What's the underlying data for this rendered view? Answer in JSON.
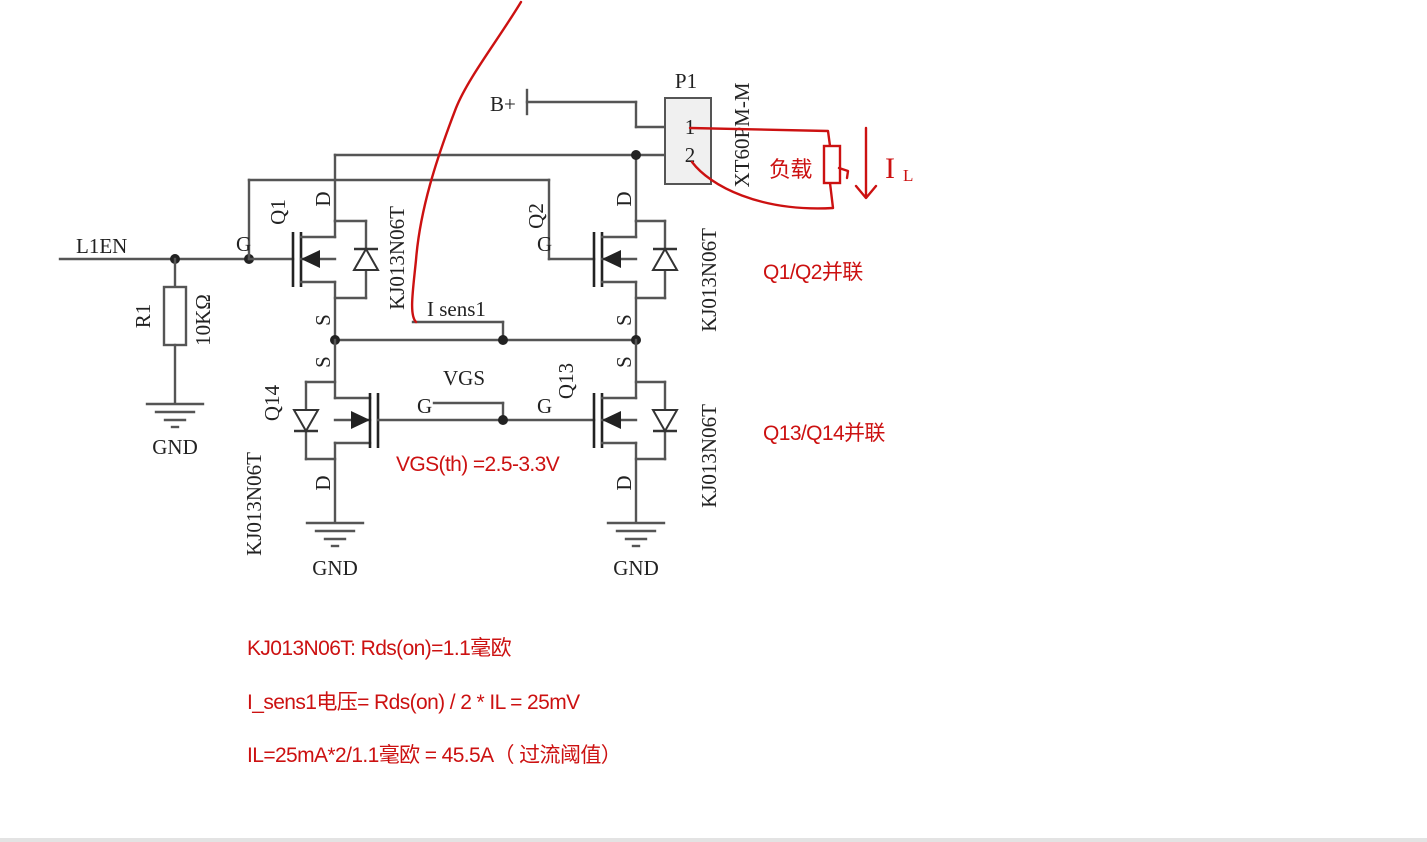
{
  "labels": {
    "net_l1en": "L1EN",
    "r1_ref": "R1",
    "r1_value": "10KΩ",
    "gnd": "GND",
    "q1_ref": "Q1",
    "q2_ref": "Q2",
    "q13_ref": "Q13",
    "q14_ref": "Q14",
    "part": "KJ013N06T",
    "pin_g": "G",
    "pin_d": "D",
    "pin_s": "S",
    "b_plus": "B+",
    "p1_ref": "P1",
    "p1_pin1": "1",
    "p1_pin2": "2",
    "p1_part": "XT60PM-M",
    "net_isens": "I sens1",
    "net_vgs": "VGS"
  },
  "notes": {
    "load": "负载",
    "il_symbol": "I",
    "il_sub": "L",
    "q1q2": "Q1/Q2并联",
    "q13q14": "Q13/Q14并联",
    "vgs_th": "VGS(th) =2.5-3.3V",
    "line1": "KJ013N06T: Rds(on)=1.1毫欧",
    "line2": "I_sens1电压= Rds(on) / 2 * IL =  25mV",
    "line3": "IL=25mA*2/1.1毫欧 =  45.5A（  过流阈值）"
  },
  "colors": {
    "wire": "#555555",
    "annotation": "#cc1111",
    "connector_fill": "#f0f0f0"
  }
}
